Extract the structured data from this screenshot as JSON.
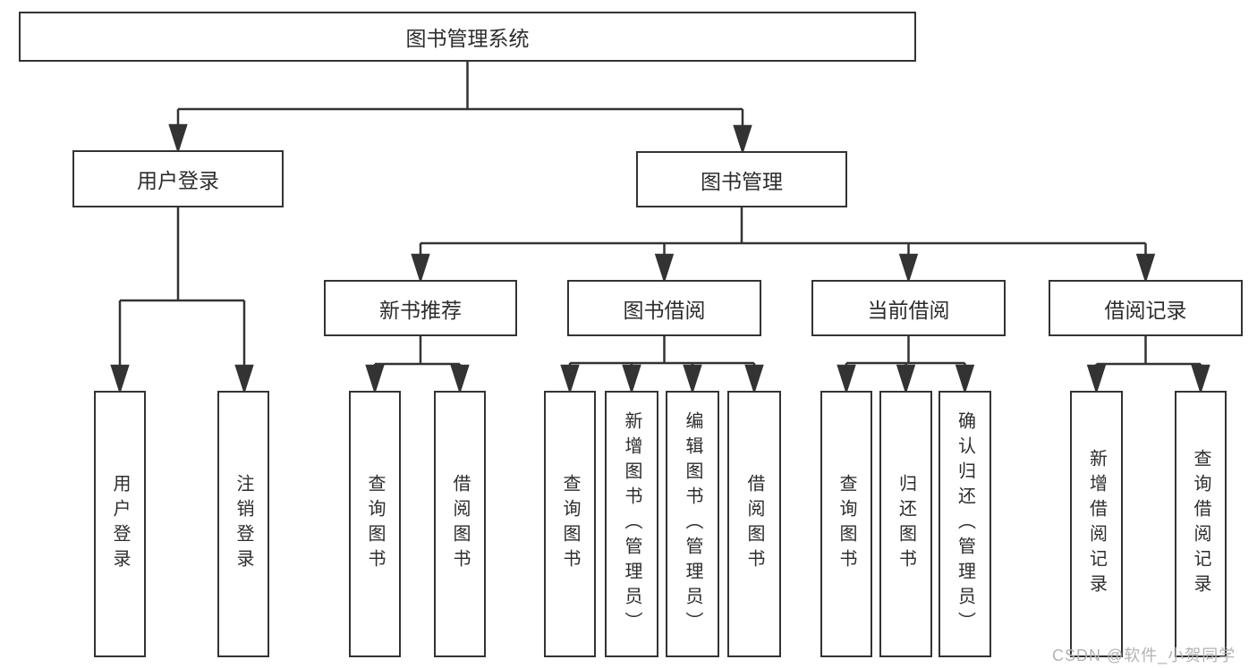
{
  "diagram": {
    "title": "图书管理系统",
    "watermark": "CSDN @软件_小贺同学",
    "colors": {
      "line": "#333333",
      "box_border": "#333333",
      "box_fill": "#ffffff",
      "text": "#2d2d2d",
      "watermark": "#b3b3b3"
    },
    "nodes": {
      "root": {
        "label": "图书管理系统"
      },
      "user_login": {
        "label": "用户登录"
      },
      "book_mgmt": {
        "label": "图书管理"
      },
      "new_book": {
        "label": "新书推荐"
      },
      "book_borrow": {
        "label": "图书借阅"
      },
      "cur_borrow": {
        "label": "当前借阅"
      },
      "borrow_rec": {
        "label": "借阅记录"
      },
      "l_user_login": {
        "label": "用户登录"
      },
      "l_logout": {
        "label": "注销登录"
      },
      "l_nb_query": {
        "label": "查询图书"
      },
      "l_nb_borrow": {
        "label": "借阅图书"
      },
      "l_bb_query": {
        "label": "查询图书"
      },
      "l_bb_add": {
        "label": "新增图书（管理员）"
      },
      "l_bb_edit": {
        "label": "编辑图书（管理员）"
      },
      "l_bb_borrow": {
        "label": "借阅图书"
      },
      "l_cb_query": {
        "label": "查询图书"
      },
      "l_cb_return": {
        "label": "归还图书"
      },
      "l_cb_confirm": {
        "label": "确认归还（管理员）"
      },
      "l_br_add": {
        "label": "新增借阅记录"
      },
      "l_br_query": {
        "label": "查询借阅记录"
      }
    },
    "structure": {
      "图书管理系统": {
        "用户登录": [
          "用户登录",
          "注销登录"
        ],
        "图书管理": {
          "新书推荐": [
            "查询图书",
            "借阅图书"
          ],
          "图书借阅": [
            "查询图书",
            "新增图书（管理员）",
            "编辑图书（管理员）",
            "借阅图书"
          ],
          "当前借阅": [
            "查询图书",
            "归还图书",
            "确认归还（管理员）"
          ],
          "借阅记录": [
            "新增借阅记录",
            "查询借阅记录"
          ]
        }
      }
    }
  }
}
